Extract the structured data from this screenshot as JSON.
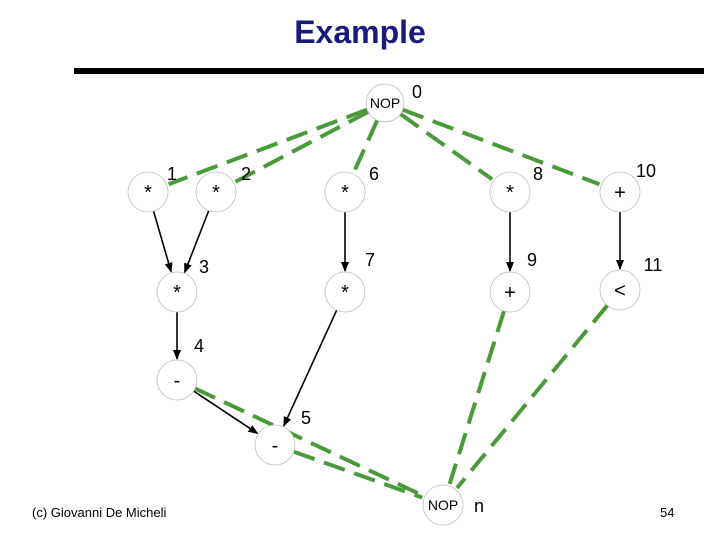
{
  "slide": {
    "title": "Example",
    "footer": "(c) Giovanni De Micheli",
    "page_number": "54"
  },
  "colors": {
    "edge_timing": "#4a9a3a",
    "edge_data": "#000000",
    "title": "#1a1a7a",
    "rule": "#000000"
  },
  "graph": {
    "nodes": [
      {
        "key": "source",
        "op": "NOP",
        "label": "0"
      },
      {
        "key": "v1",
        "op": "*",
        "label": "1"
      },
      {
        "key": "v2",
        "op": "*",
        "label": "2"
      },
      {
        "key": "v3",
        "op": "*",
        "label": "3"
      },
      {
        "key": "v4",
        "op": "-",
        "label": "4"
      },
      {
        "key": "v5",
        "op": "-",
        "label": "5"
      },
      {
        "key": "v6",
        "op": "*",
        "label": "6"
      },
      {
        "key": "v7",
        "op": "*",
        "label": "7"
      },
      {
        "key": "v8",
        "op": "*",
        "label": "8"
      },
      {
        "key": "v9",
        "op": "+",
        "label": "9"
      },
      {
        "key": "v10",
        "op": "+",
        "label": "10"
      },
      {
        "key": "v11",
        "op": "<",
        "label": "11"
      },
      {
        "key": "sink",
        "op": "NOP",
        "label": "n"
      }
    ],
    "edges": [
      {
        "from": "source",
        "to": "v1",
        "kind": "timing"
      },
      {
        "from": "source",
        "to": "v2",
        "kind": "timing"
      },
      {
        "from": "source",
        "to": "v6",
        "kind": "timing"
      },
      {
        "from": "source",
        "to": "v8",
        "kind": "timing"
      },
      {
        "from": "source",
        "to": "v10",
        "kind": "timing"
      },
      {
        "from": "v1",
        "to": "v3",
        "kind": "data"
      },
      {
        "from": "v2",
        "to": "v3",
        "kind": "data"
      },
      {
        "from": "v3",
        "to": "v4",
        "kind": "data"
      },
      {
        "from": "v4",
        "to": "v5",
        "kind": "data"
      },
      {
        "from": "v6",
        "to": "v7",
        "kind": "data"
      },
      {
        "from": "v7",
        "to": "v5",
        "kind": "data"
      },
      {
        "from": "v8",
        "to": "v9",
        "kind": "data"
      },
      {
        "from": "v10",
        "to": "v11",
        "kind": "data"
      },
      {
        "from": "v5",
        "to": "sink",
        "kind": "timing"
      },
      {
        "from": "v9",
        "to": "sink",
        "kind": "timing"
      },
      {
        "from": "v11",
        "to": "sink",
        "kind": "timing"
      },
      {
        "from": "v4",
        "to": "sink",
        "kind": "timing"
      }
    ]
  }
}
